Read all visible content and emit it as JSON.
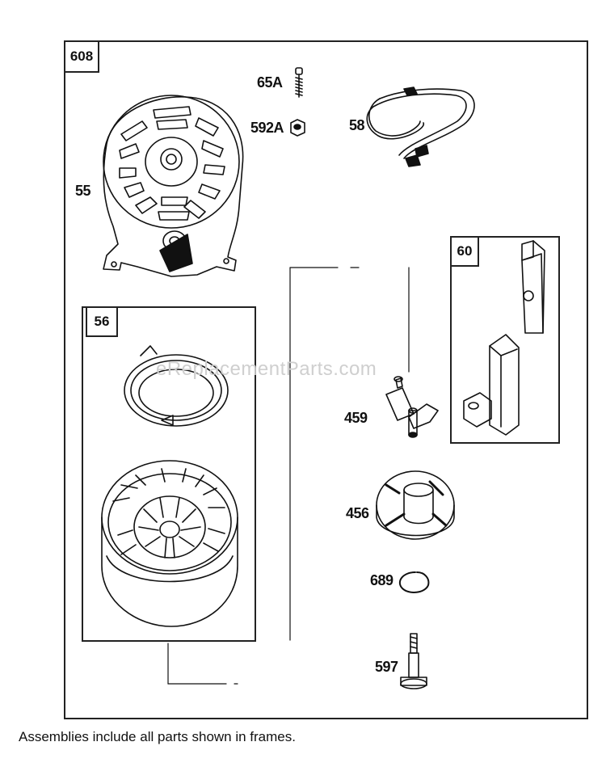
{
  "frames": {
    "main": "608",
    "starter_assembly": "56",
    "pawl_assembly": "60"
  },
  "parts": {
    "housing": "55",
    "screw": "65A",
    "nut": "592A",
    "rope": "58",
    "pawl": "459",
    "retainer": "456",
    "ring": "689",
    "bolt": "597"
  },
  "watermark": "eReplacementParts.com",
  "footnote": "Assemblies include all parts shown in frames."
}
